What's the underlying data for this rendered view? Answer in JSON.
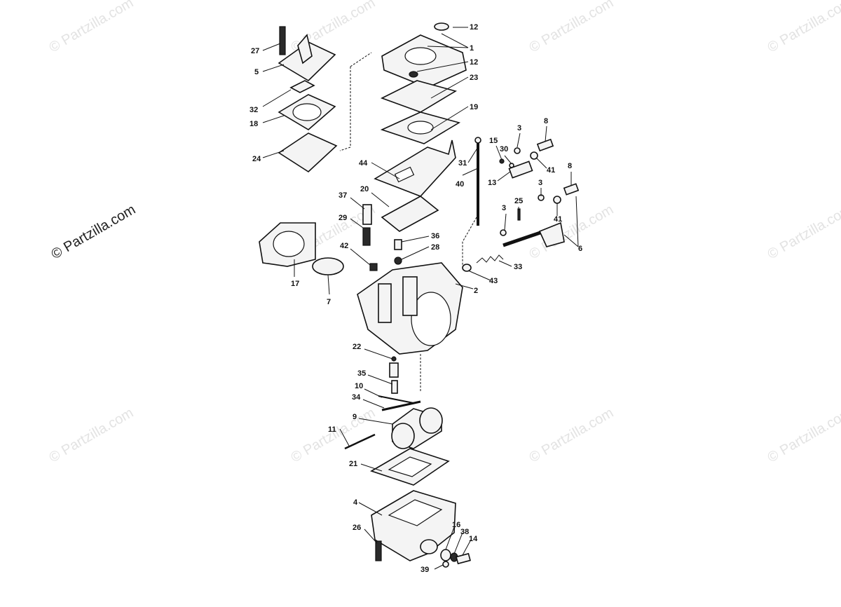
{
  "watermark": {
    "text": "© Partzilla.com"
  },
  "callouts": [
    "12",
    "1",
    "12",
    "23",
    "19",
    "27",
    "5",
    "32",
    "18",
    "24",
    "44",
    "20",
    "37",
    "29",
    "17",
    "7",
    "42",
    "36",
    "28",
    "31",
    "40",
    "15",
    "30",
    "3",
    "8",
    "41",
    "13",
    "3",
    "8",
    "41",
    "25",
    "3",
    "6",
    "33",
    "43",
    "2",
    "22",
    "35",
    "10",
    "34",
    "9",
    "11",
    "21",
    "4",
    "26",
    "16",
    "38",
    "14",
    "39"
  ]
}
